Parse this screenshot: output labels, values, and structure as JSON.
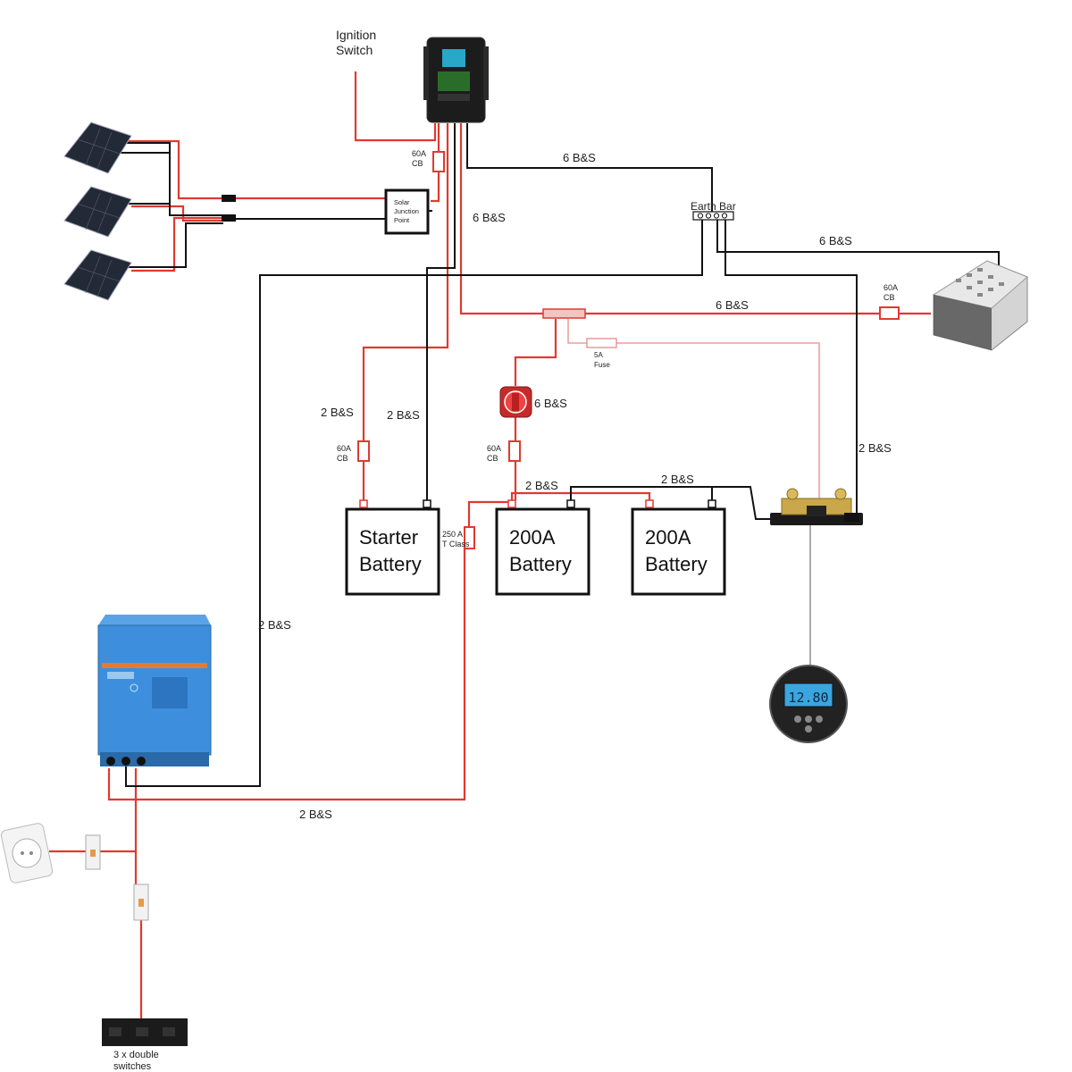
{
  "labels": {
    "ignition_line1": "Ignition",
    "ignition_line2": "Switch",
    "cb60_top_1": "60A",
    "cb60_top_2": "CB",
    "solar_jp_1": "Solar",
    "solar_jp_2": "Junction",
    "solar_jp_3": "Point",
    "cable_6bs_top": "6 B&S",
    "cable_6bs_left": "6 B&S",
    "earth_bar": "Earth Bar",
    "cable_6bs_right": "6 B&S",
    "cb60_right_1": "60A",
    "cb60_right_2": "CB",
    "cable_6bs_mid": "6 B&S",
    "fuse5a_1": "5A",
    "fuse5a_2": "Fuse",
    "cable_6bs_switch": "6 B&S",
    "cable_2bs_a": "2 B&S",
    "cable_2bs_b": "2 B&S",
    "cb60_left_1": "60A",
    "cb60_left_2": "CB",
    "cb60_mid_1": "60A",
    "cb60_mid_2": "CB",
    "cable_2bs_c": "2 B&S",
    "cable_2bs_d": "2 B&S",
    "cable_2bs_e": "2 B&S",
    "tclass_1": "250 A",
    "tclass_2": "T Class",
    "starter_1": "Starter",
    "starter_2": "Battery",
    "bat1_1": "200A",
    "bat1_2": "Battery",
    "bat2_1": "200A",
    "bat2_2": "Battery",
    "cable_2bs_inverter": "2 B&S",
    "cable_2bs_bottom": "2 B&S",
    "switches_1": "3 x double",
    "switches_2": "switches",
    "monitor_readout": "12.80"
  },
  "colors": {
    "positive": "#e03a30",
    "negative": "#111111",
    "signal": "#e98a8a",
    "inverter": "#3d8fdd"
  },
  "icons": [
    "solar-panel-icon",
    "dc-dc-charger-icon",
    "battery-switch-icon",
    "shunt-icon",
    "battery-monitor-icon",
    "fuse-box-icon",
    "inverter-icon",
    "power-inlet-icon",
    "circuit-breaker-icon",
    "power-outlet-icon"
  ]
}
